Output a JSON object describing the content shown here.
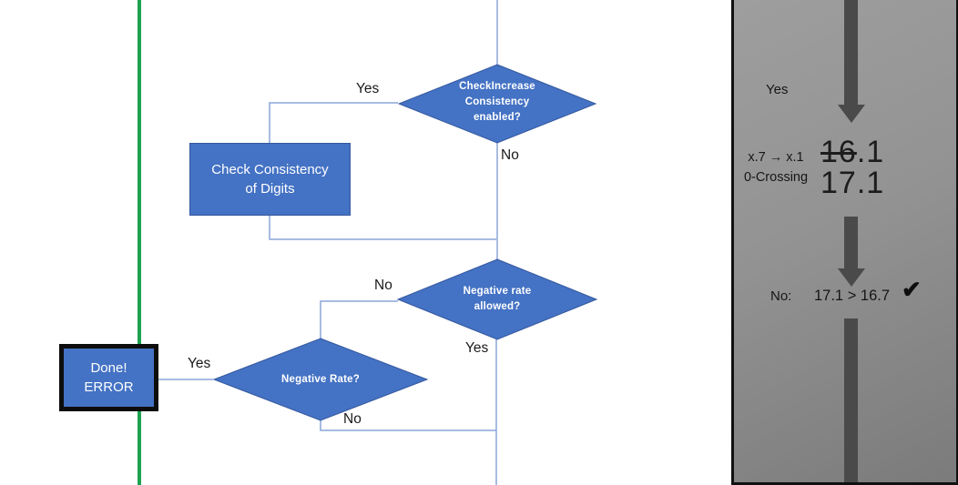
{
  "flowchart": {
    "nodes": {
      "check_increase": "CheckIncrease\nConsistency\nenabled?",
      "check_consistency": "Check Consistency\nof Digits",
      "negative_rate_allowed": "Negative rate\nallowed?",
      "negative_rate": "Negative Rate?",
      "done_error": "Done!\nERROR"
    },
    "edge_labels": {
      "check_increase_yes": "Yes",
      "check_increase_no": "No",
      "negative_rate_allowed_no": "No",
      "negative_rate_allowed_yes": "Yes",
      "negative_rate_yes": "Yes",
      "negative_rate_no": "No"
    },
    "colors": {
      "node_fill": "#4472C4",
      "node_border": "#35589e",
      "connector": "#8aa5d8",
      "guide_line_green": "#1CA350"
    }
  },
  "side_panel": {
    "yes_label": "Yes",
    "transition_note": "x.7 → x.1\n0-Crossing",
    "old_value_struck": "16",
    "old_value_rest": ".1",
    "new_value": "17.1",
    "result_prefix": "No:",
    "comparison": "17.1 > 16.7",
    "check_mark": "✔",
    "colors": {
      "background": "#9a9a9a",
      "arrow": "#4a4a4a",
      "border": "#111111"
    }
  }
}
